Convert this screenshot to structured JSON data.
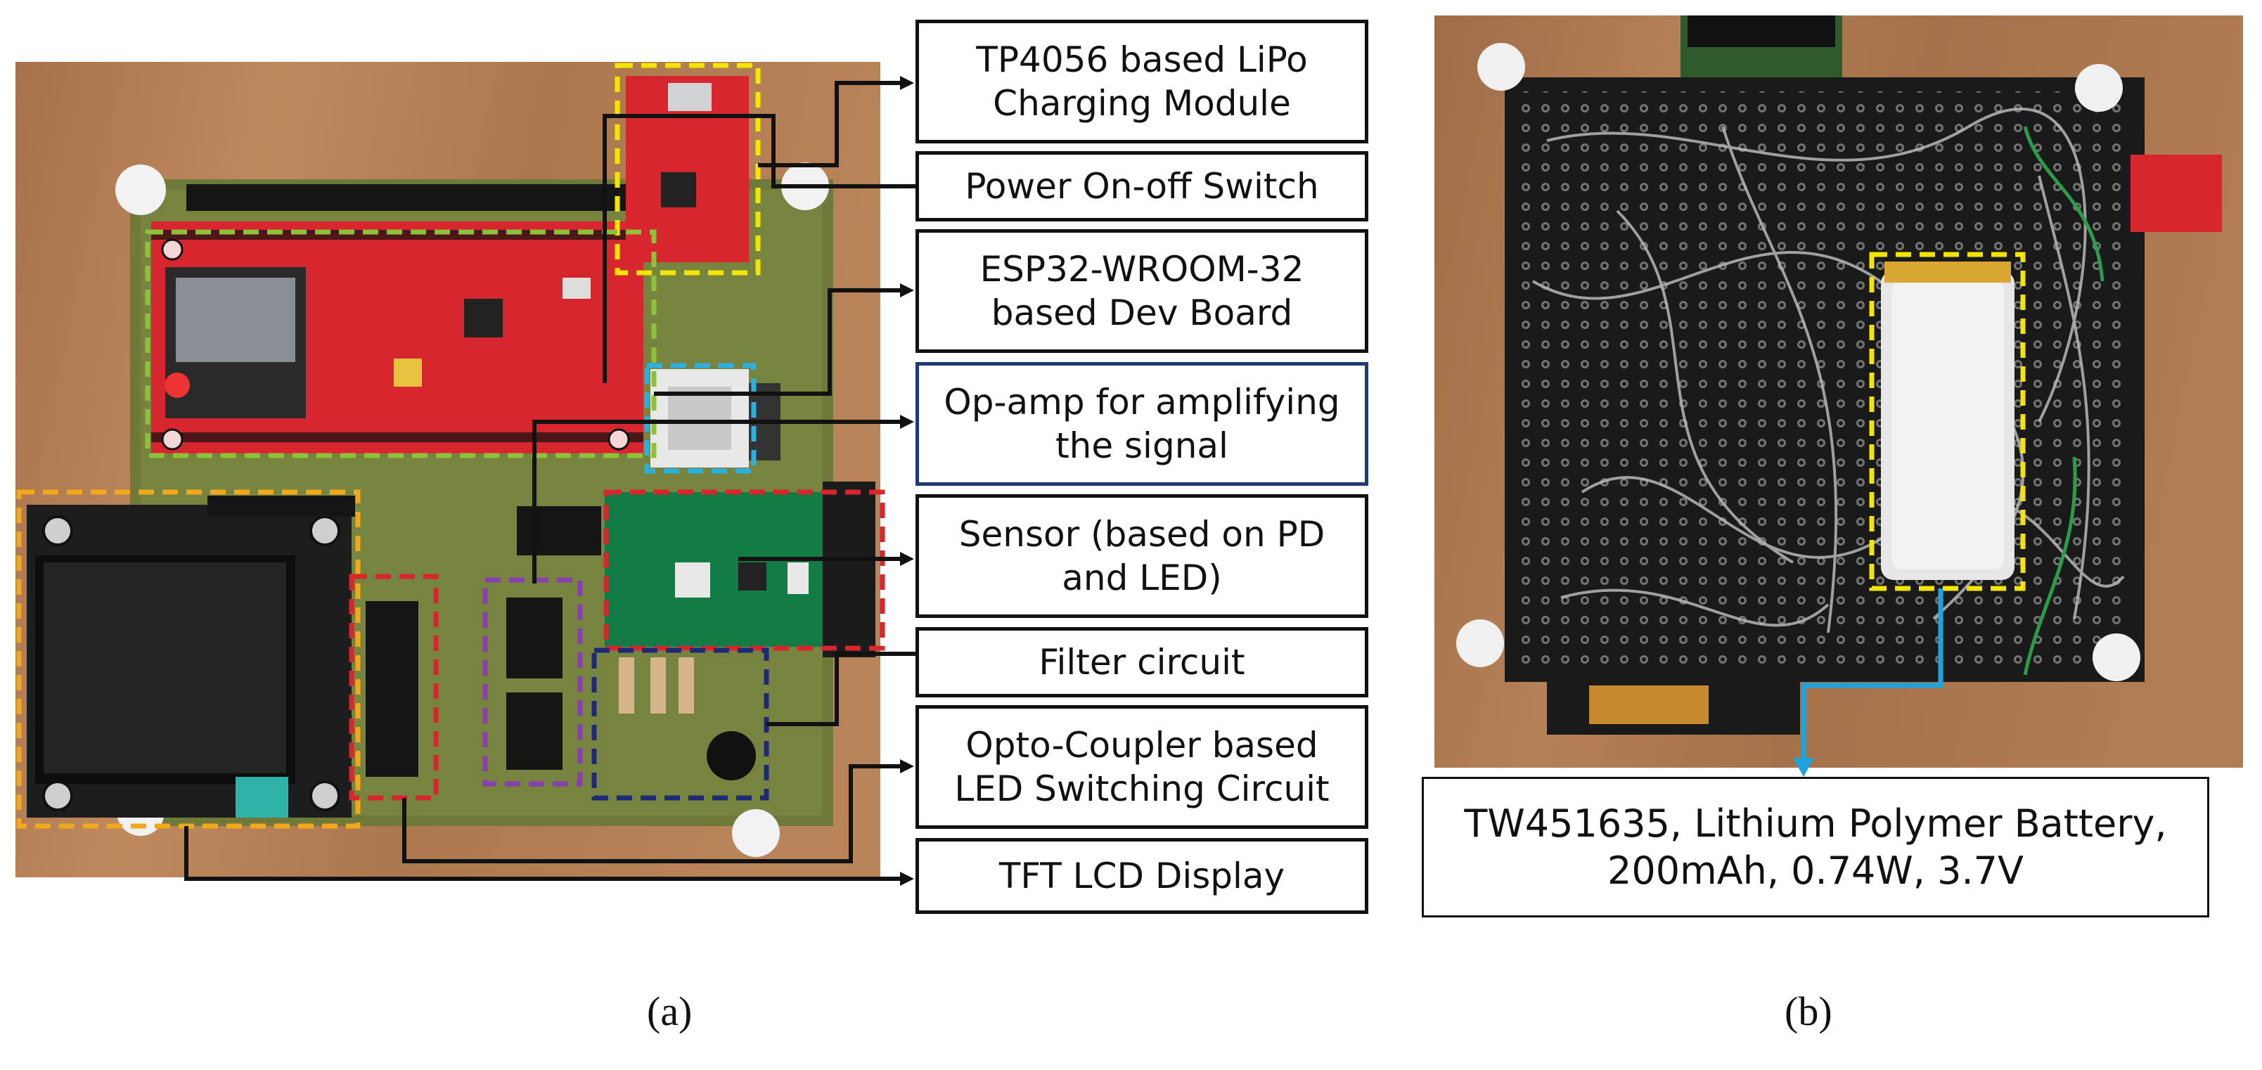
{
  "panel_a": {
    "labels": [
      "TP4056 based LiPo\nCharging Module",
      "Power On-off Switch",
      "ESP32-WROOM-32\nbased Dev Board",
      "Op-amp for amplifying\nthe signal",
      "Sensor (based on PD\nand LED)",
      "Filter circuit",
      "Opto-Coupler based\nLED Switching Circuit",
      "TFT LCD Display"
    ],
    "caption": "(a)"
  },
  "panel_b": {
    "battery_label": "TW451635, Lithium Polymer Battery,\n200mAh, 0.74W, 3.7V",
    "caption": "(b)"
  },
  "colors": {
    "wood": "#b7835a",
    "pcb_green": "#6f7f3c",
    "esp_red": "#d8262e",
    "black_pcb": "#1a1a1a",
    "highlight_yellow": "#f2e500",
    "highlight_green": "#8fc03a",
    "highlight_orange": "#f2a81d",
    "highlight_red": "#d8262e",
    "highlight_purple": "#8a3fb0",
    "highlight_navy": "#1e2a78",
    "highlight_cyan": "#2bb0e0",
    "arrow_blue": "#1fa3dc"
  }
}
